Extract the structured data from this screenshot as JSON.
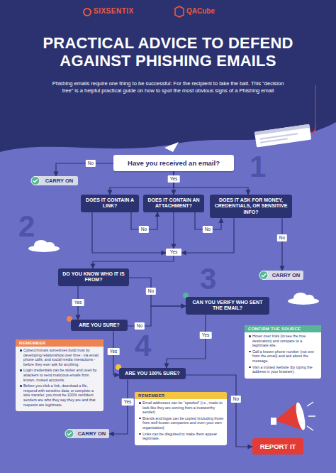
{
  "diagram": {
    "title": "PRACTICAL ADVICE TO DEFEND AGAINST PHISHING EMAILS",
    "nodes": [
      {
        "text": [
          "Have you received an email?"
        ]
      },
      {
        "text": [
          "CARRY ON"
        ]
      },
      {
        "text": [
          "DOES IT CONTAIN A LINK?"
        ]
      },
      {
        "text": [
          "DOES IT CONTAIN AN ATTACHMENT?"
        ]
      },
      {
        "text": [
          "DOES IT ASK FOR MONEY, CREDENTIALS, OR SENSITIVE INFO?"
        ]
      },
      {
        "text": [
          "Yes"
        ]
      },
      {
        "text": [
          "CARRY ON"
        ]
      },
      {
        "text": [
          "DO YOU KNOW WHO IT IS FROM?"
        ]
      },
      {
        "text": [
          "ARE YOU SURE?"
        ]
      },
      {
        "text": [
          "CAN YOU VERIFY WHO SENT THE EMAIL?"
        ]
      },
      {
        "text": [
          "REMEMBER",
          "Cybercriminals sometimes build trust by developing relationships over time - via email, phone calls, and social media interactions - before they ever ask for anything.",
          "Login credentials can be stolen and used by attackers to send malicious emails from known, trusted accounts.",
          "Before you click a link, download a file, respond with sensitive data, or complete a wire transfer, you must be 100% confident senders are who they say they are and that requests are legitimate."
        ]
      },
      {
        "text": [
          "ARE YOU 100% SURE?"
        ]
      },
      {
        "text": [
          "CONFIRM THE SOURCE",
          "Hover over links (to see the true destination) and compare to a legitimate site.",
          "Call a known phone number (not one from the email) and ask about the message.",
          "Visit a trusted website (by typing the address in your browser)."
        ]
      },
      {
        "text": [
          "REMEMBER",
          "Email addresses can be “spoofed” (i.e., made to look like they are coming from a trustworthy sender)",
          "Brands and logos can be copied (including those from well-known companies and even your own organization)",
          "Links can be disguised to make them appear legitimate."
        ]
      },
      {
        "text": [
          "CARRY ON"
        ]
      },
      {
        "text": [
          "REPORT IT"
        ]
      }
    ],
    "edges": [
      {
        "from": 0,
        "to": 1,
        "label": "No",
        "arrow": "to"
      },
      {
        "from": 0,
        "to": 3,
        "label": "Yes",
        "arrow": "to"
      },
      {
        "from": 0,
        "to": 2,
        "arrow": "to"
      },
      {
        "from": 0,
        "to": 4,
        "arrow": "to"
      },
      {
        "from": 2,
        "to": 3,
        "label": "No",
        "arrow": "to"
      },
      {
        "from": 3,
        "to": 4,
        "label": "No",
        "arrow": "to"
      },
      {
        "from": 4,
        "to": 6,
        "label": "No",
        "arrow": "to"
      },
      {
        "from": 2,
        "to": 5,
        "arrow": "to"
      },
      {
        "from": 3,
        "to": 5,
        "arrow": "to"
      },
      {
        "from": 4,
        "to": 5,
        "arrow": "to"
      },
      {
        "from": 5,
        "to": 7,
        "arrow": "to"
      },
      {
        "from": 7,
        "to": 8,
        "label": "Yes",
        "arrow": "to"
      },
      {
        "from": 7,
        "to": 9,
        "label": "No",
        "arrow": "to"
      },
      {
        "from": 8,
        "to": 9,
        "label": "No",
        "arrow": "to"
      },
      {
        "from": 8,
        "to": 11,
        "label": "Yes",
        "arrow": "to"
      },
      {
        "from": 9,
        "to": 11,
        "label": "Yes",
        "arrow": "to"
      },
      {
        "from": 11,
        "to": 14,
        "label": "Yes",
        "arrow": "to"
      },
      {
        "from": 11,
        "to": 15,
        "label": "No",
        "arrow": "to"
      }
    ],
    "labels": [
      "SIXSENTIX",
      "QACube",
      "Phishing emails require one thing to be successful: For the recipient to take the bait. This “decision tree” is a helpful practical guide on how to spot the most obvious signs of a Phishing email",
      "1",
      "2",
      "3",
      "4"
    ]
  }
}
